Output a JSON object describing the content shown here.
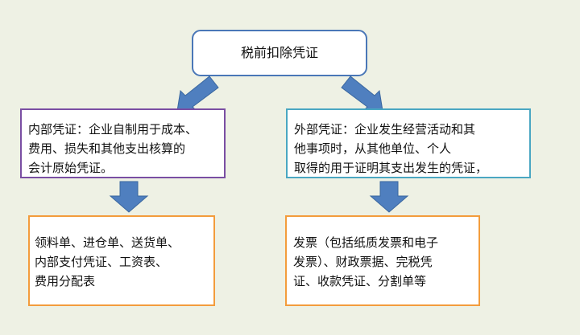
{
  "root": {
    "label": "税前扣除凭证"
  },
  "internal": {
    "lines": [
      "内部凭证：企业自制用于成本、",
      "费用、损失和其他支出核算的",
      "会计原始凭证。"
    ]
  },
  "external": {
    "lines": [
      "外部凭证：企业发生经营活动和其",
      "他事项时，从其他单位、个人",
      "取得的用于证明其支出发生的凭证，"
    ]
  },
  "internal_examples": {
    "lines": [
      "领料单、进仓单、送货单、",
      "内部支付凭证、工资表、",
      "费用分配表"
    ]
  },
  "external_examples": {
    "lines": [
      "发票（包括纸质发票和电子",
      "发票）、财政票据、完税凭",
      "证、收款凭证、分割单等"
    ]
  },
  "colors": {
    "background": "#eef1e4",
    "arrow_fill": "#4f7fbf",
    "root_border": "#4a77b7",
    "internal_border": "#7a4ea3",
    "external_border": "#4aa7c2",
    "leaf_border": "#f39c3c"
  }
}
